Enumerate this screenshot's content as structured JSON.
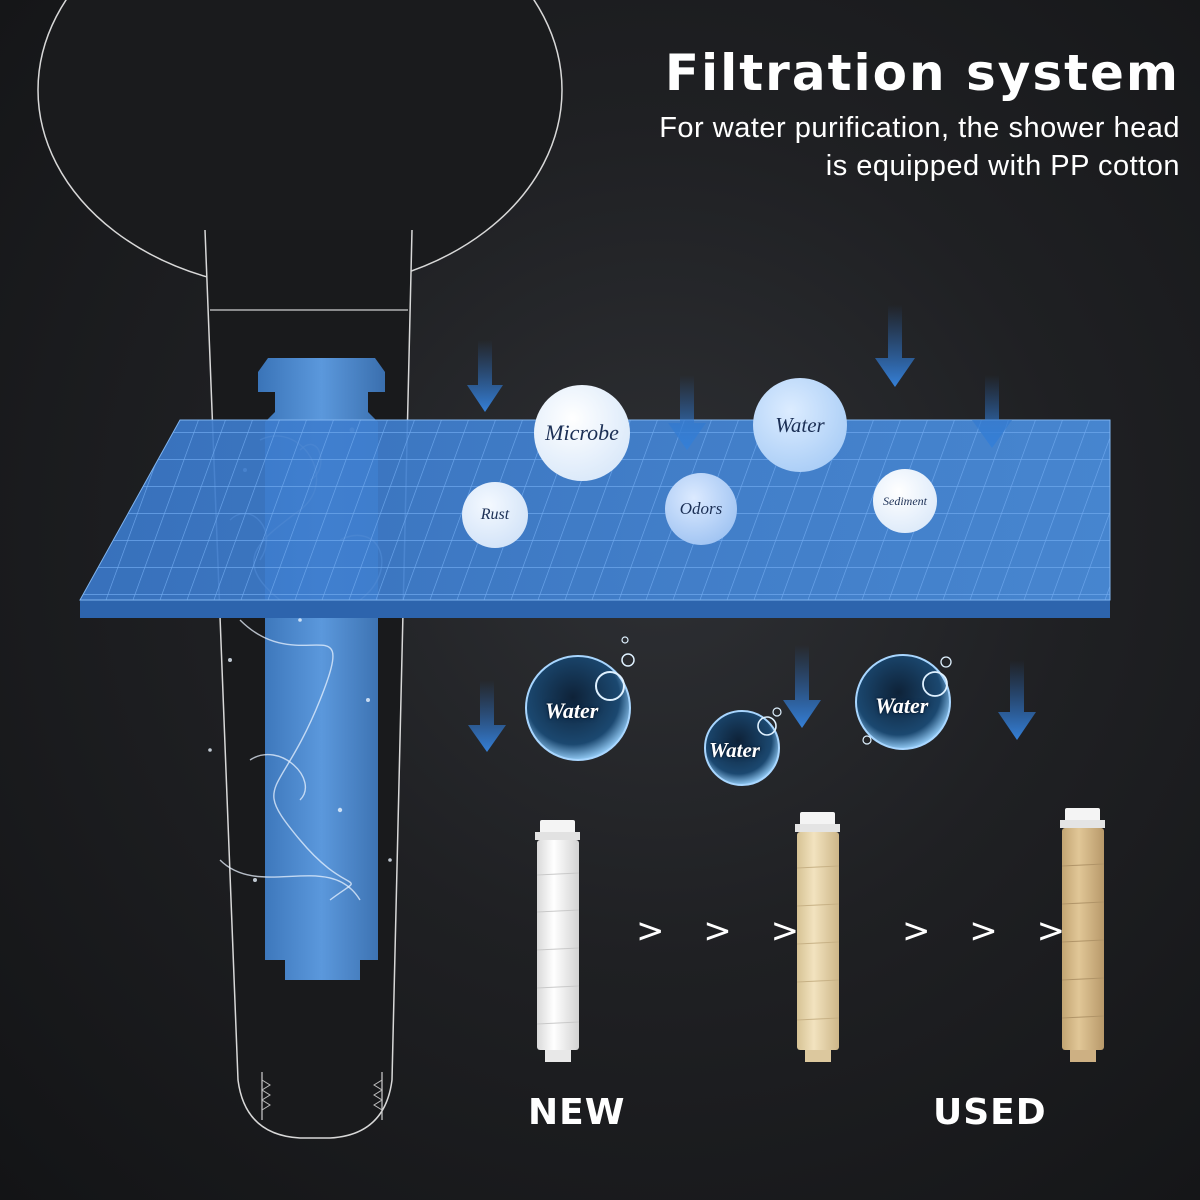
{
  "header": {
    "title": "Filtration system",
    "subtitle_line1": "For water purification, the shower head",
    "subtitle_line2": "is equipped with PP cotton"
  },
  "filter_panel": {
    "contaminants": [
      "Microbe",
      "Water",
      "Rust",
      "Odors",
      "Sediment"
    ],
    "color": "#3e7fd0"
  },
  "filtered_water": [
    "Water",
    "Water",
    "Water"
  ],
  "cartridges": {
    "new_label": "NEW",
    "used_label": "USED",
    "arrows_1": "> > >",
    "arrows_2": "> > >",
    "colors": {
      "new": "#f2f2f2",
      "mid": "#e8d7b0",
      "used": "#d6bb8a"
    }
  },
  "icons": [
    "shower-head-icon",
    "down-arrow-icon",
    "water-bubble-icon"
  ]
}
